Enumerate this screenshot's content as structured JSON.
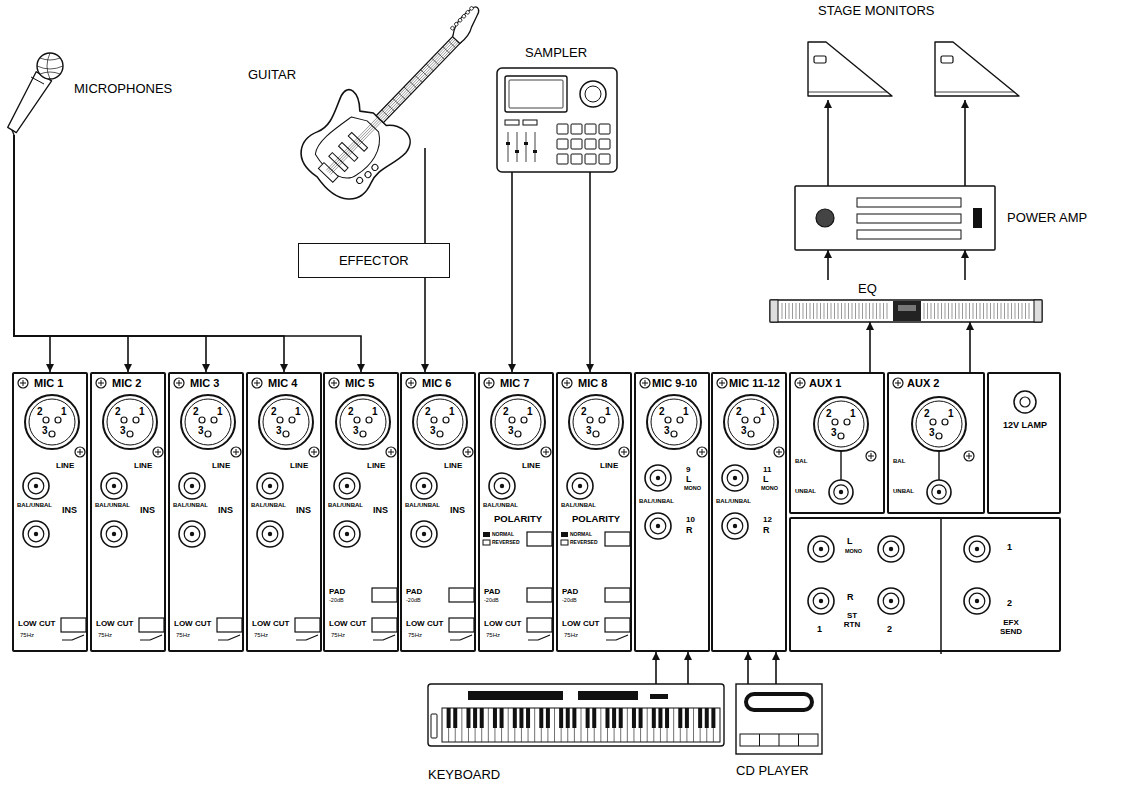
{
  "diagram": {
    "nodes": [
      {
        "text": [
          "STAGE MONITORS"
        ]
      },
      {
        "text": [
          "GUITAR"
        ]
      },
      {
        "text": [
          "SAMPLER"
        ]
      },
      {
        "text": [
          "POWER AMP"
        ]
      },
      {
        "text": [
          "MICROPHONES"
        ]
      },
      {
        "text": [
          "EFFECTOR"
        ]
      },
      {
        "text": [
          "EQ"
        ]
      },
      {
        "text": [
          "MIC 1",
          "2",
          "1",
          "3",
          "LINE",
          "BAL/UNBAL",
          "INS",
          "LOW CUT",
          "75Hz"
        ]
      },
      {
        "text": [
          "MIC 2",
          "2",
          "1",
          "3",
          "LINE",
          "BAL/UNBAL",
          "INS",
          "LOW CUT",
          "75Hz"
        ]
      },
      {
        "text": [
          "MIC 3",
          "2",
          "1",
          "3",
          "LINE",
          "BAL/UNBAL",
          "INS",
          "LOW CUT",
          "75Hz"
        ]
      },
      {
        "text": [
          "MIC 4",
          "2",
          "1",
          "3",
          "LINE",
          "BAL/UNBAL",
          "INS",
          "LOW CUT",
          "75Hz"
        ]
      },
      {
        "text": [
          "MIC 5",
          "2",
          "1",
          "3",
          "LINE",
          "BAL/UNBAL",
          "INS",
          "PAD",
          "-20dB",
          "LOW CUT",
          "75Hz"
        ]
      },
      {
        "text": [
          "MIC 6",
          "2",
          "1",
          "3",
          "LINE",
          "BAL/UNBAL",
          "INS",
          "PAD",
          "-20dB",
          "LOW CUT",
          "75Hz"
        ]
      },
      {
        "text": [
          "MIC 7",
          "2",
          "1",
          "3",
          "LINE",
          "BAL/UNBAL",
          "POLARITY",
          "NORMAL",
          "REVERSED",
          "PAD",
          "-20dB",
          "LOW CUT",
          "75Hz"
        ]
      },
      {
        "text": [
          "MIC 8",
          "2",
          "1",
          "3",
          "LINE",
          "BAL/UNBAL",
          "POLARITY",
          "NORMAL",
          "REVERSED",
          "PAD",
          "-20dB",
          "LOW CUT",
          "75Hz"
        ]
      },
      {
        "text": [
          "MIC 9-10",
          "2",
          "1",
          "3",
          "9",
          "L",
          "MONO",
          "BAL/UNBAL",
          "10",
          "R"
        ]
      },
      {
        "text": [
          "MIC 11-12",
          "2",
          "1",
          "3",
          "11",
          "L",
          "MONO",
          "BAL/UNBAL",
          "12",
          "R"
        ]
      },
      {
        "text": [
          "AUX 1",
          "2",
          "1",
          "3",
          "BAL",
          "UNBAL"
        ]
      },
      {
        "text": [
          "AUX 2",
          "2",
          "1",
          "3",
          "BAL",
          "UNBAL"
        ]
      },
      {
        "text": [
          "12V LAMP"
        ]
      },
      {
        "text": [
          "L",
          "MONO",
          "R",
          "ST RTN",
          "1",
          "2",
          "1",
          "2",
          "EFX SEND"
        ]
      },
      {
        "text": [
          "KEYBOARD"
        ]
      },
      {
        "text": [
          "CD PLAYER"
        ]
      }
    ],
    "edges": [
      {
        "from": 4,
        "to": 7,
        "arrow": "to"
      },
      {
        "from": 4,
        "to": 8,
        "arrow": "to"
      },
      {
        "from": 4,
        "to": 9,
        "arrow": "to"
      },
      {
        "from": 4,
        "to": 10,
        "arrow": "to"
      },
      {
        "from": 4,
        "to": 11,
        "arrow": "to"
      },
      {
        "from": 1,
        "to": 5,
        "arrow": "none"
      },
      {
        "from": 5,
        "to": 12,
        "arrow": "to"
      },
      {
        "from": 2,
        "to": 13,
        "arrow": "to"
      },
      {
        "from": 2,
        "to": 14,
        "arrow": "to"
      },
      {
        "from": 21,
        "to": 15,
        "arrow": "to"
      },
      {
        "from": 21,
        "to": 15,
        "arrow": "to"
      },
      {
        "from": 22,
        "to": 16,
        "arrow": "to"
      },
      {
        "from": 22,
        "to": 16,
        "arrow": "to"
      },
      {
        "from": 17,
        "to": 6,
        "arrow": "to"
      },
      {
        "from": 18,
        "to": 6,
        "arrow": "to"
      },
      {
        "from": 6,
        "to": 3,
        "arrow": "to"
      },
      {
        "from": 6,
        "to": 3,
        "arrow": "to"
      },
      {
        "from": 3,
        "to": 0,
        "arrow": "to"
      },
      {
        "from": 3,
        "to": 0,
        "arrow": "to"
      }
    ]
  }
}
